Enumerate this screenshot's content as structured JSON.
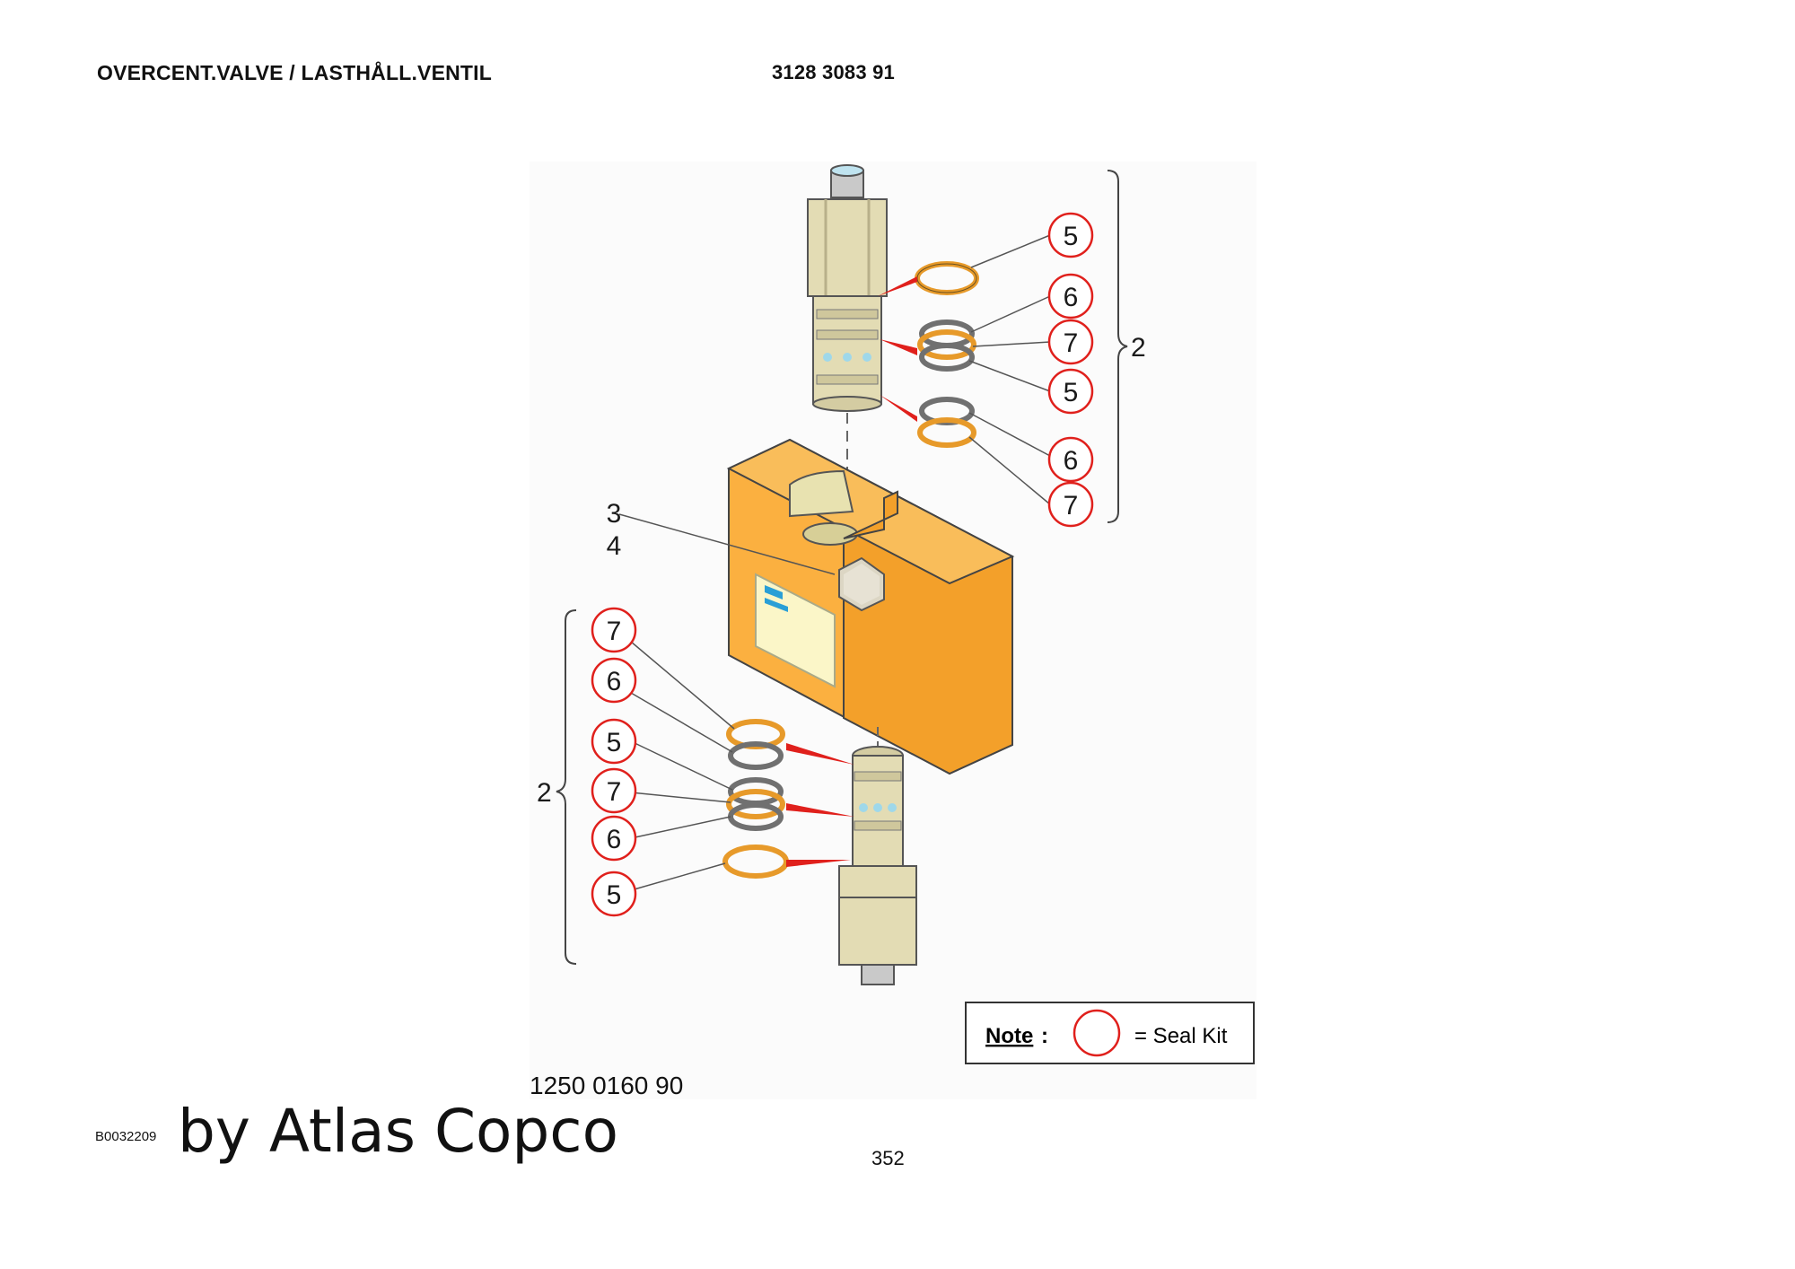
{
  "header": {
    "title": "OVERCENT.VALVE / LASTHÅLL.VENTIL",
    "part_number": "3128 3083 91"
  },
  "diagram": {
    "top_balloons": [
      "5",
      "6",
      "7",
      "5",
      "6",
      "7"
    ],
    "bottom_balloons": [
      "7",
      "6",
      "5",
      "7",
      "6",
      "5"
    ],
    "body_refs": [
      "3",
      "4"
    ],
    "brace_label_top": "2",
    "brace_label_bottom": "2",
    "note_label": "Note",
    "note_colon": ":",
    "note_text": "= Seal Kit",
    "figure_number": "1250 0160 90"
  },
  "footer": {
    "image_code": "B0032209",
    "brand": "by Atlas Copco",
    "page": "352"
  },
  "colors": {
    "balloon": "#e0201c",
    "block": "#fbb040",
    "block_side": "#f3a02a",
    "cartridge": "#e3dcb4",
    "ring_orange": "#e79a2a",
    "ring_grey": "#707070"
  }
}
